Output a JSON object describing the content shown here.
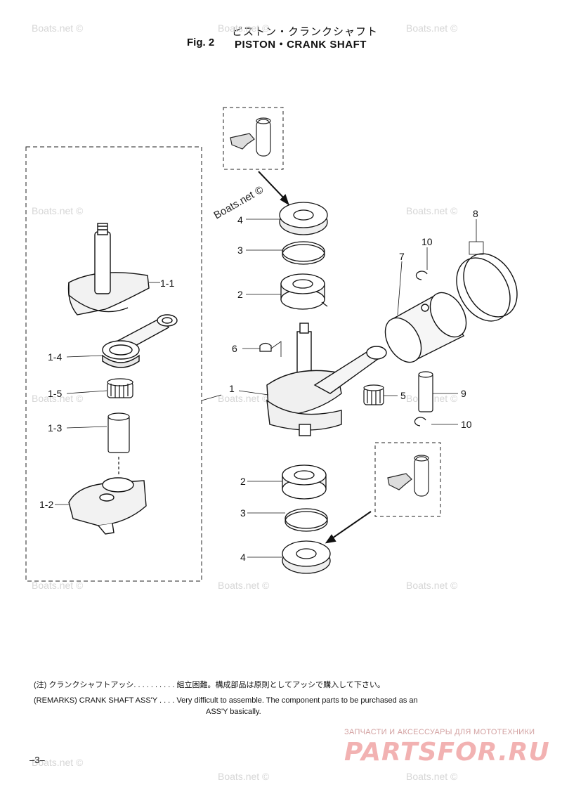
{
  "header": {
    "title_jp": "ピストン・クランクシャフト",
    "fig_label": "Fig. 2",
    "title_en": "PISTON・CRANK SHAFT"
  },
  "callouts": {
    "c1_1": "1-1",
    "c1_4": "1-4",
    "c1_5": "1-5",
    "c1_3": "1-3",
    "c1_2": "1-2",
    "c1": "1",
    "c2_top": "2",
    "c3_top": "3",
    "c4_top": "4",
    "c6": "6",
    "c5": "5",
    "c7": "7",
    "c8": "8",
    "c9": "9",
    "c10_top": "10",
    "c10_bottom": "10",
    "c2_bottom": "2",
    "c3_bottom": "3",
    "c4_bottom": "4"
  },
  "watermark": "Boats.net ©",
  "remarks": {
    "jp_label": "(注) クランクシャフトアッシ. . . . . . . . . .",
    "jp_text": "組立困難。構成部品は原則としてアッシで購入して下さい。",
    "en_label": "(REMARKS) CRANK SHAFT ASS'Y . . . .",
    "en_text": "Very difficult to assemble. The component parts to be purchased as an",
    "en_text_cont": "ASS'Y basically."
  },
  "page_number": "–3–",
  "brand": {
    "tagline": "ЗАПЧАСТИ И АКСЕССУАРЫ ДЛЯ МОТОТЕХНИКИ",
    "logo": "PARTSFOR.RU"
  }
}
